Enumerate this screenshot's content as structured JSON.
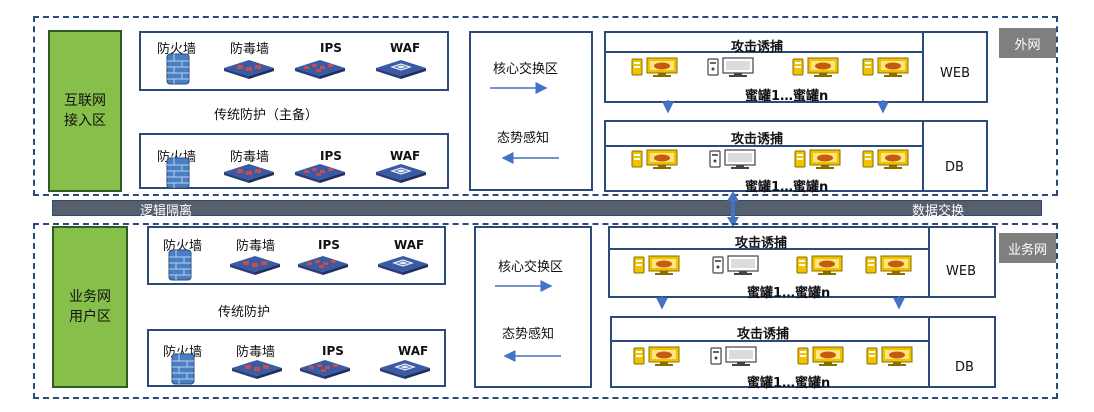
{
  "title": "",
  "zones": {
    "external": {
      "tag": "外网",
      "entry": "互联网接入区",
      "defense_caption": "传统防护（主备）",
      "core": {
        "title": "核心交换区",
        "sub": "态势感知"
      },
      "honeypots": [
        {
          "title": "攻击诱捕",
          "range": "蜜罐1…蜜罐n",
          "side": "WEB"
        },
        {
          "title": "攻击诱捕",
          "range": "蜜罐1…蜜罐n",
          "side": "DB"
        }
      ]
    },
    "business": {
      "tag": "业务网",
      "entry": "业务网用户区",
      "defense_caption": "传统防护",
      "core": {
        "title": "核心交换区",
        "sub": "态势感知"
      },
      "honeypots": [
        {
          "title": "攻击诱捕",
          "range": "蜜罐1…蜜罐n",
          "side": "WEB"
        },
        {
          "title": "攻击诱捕",
          "range": "蜜罐1…蜜罐n",
          "side": "DB"
        }
      ]
    }
  },
  "devices": [
    "防火墙",
    "防毒墙",
    "IPS",
    "WAF"
  ],
  "isolation_bar": {
    "left": "逻辑隔离",
    "right": "数据交换"
  },
  "colors": {
    "border": "#2b4a7a",
    "entry_fill": "#86c04a",
    "tag_fill": "#7f7f7f",
    "bar_fill": "#55606c",
    "arrow": "#4472c4",
    "device_blue": "#3b5aa6",
    "device_red": "#c0504d",
    "honeypot_gold": "#f2c200"
  }
}
